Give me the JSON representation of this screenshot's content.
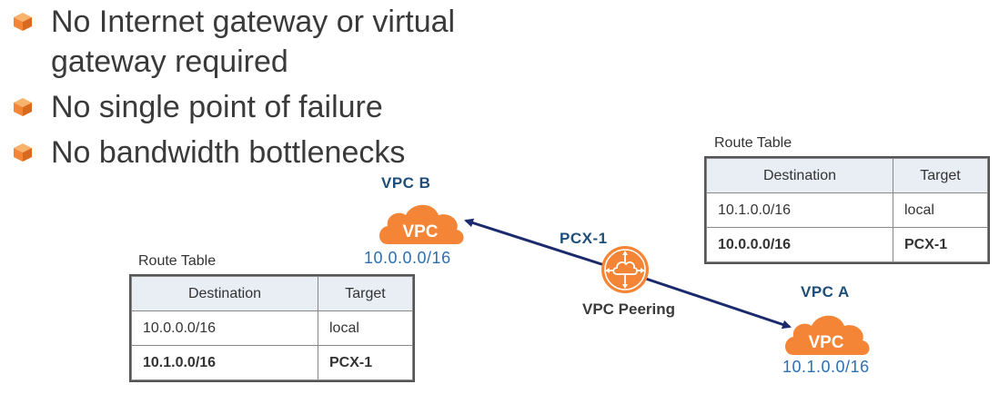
{
  "bullets": [
    {
      "line1": "No Internet gateway or virtual",
      "line2": "gateway required"
    },
    {
      "line1": "No single point of failure",
      "line2": ""
    },
    {
      "line1": "No bandwidth bottlenecks",
      "line2": ""
    }
  ],
  "vpc_b": {
    "title": "VPC B",
    "cloud_text": "VPC",
    "cidr": "10.0.0.0/16"
  },
  "vpc_a": {
    "title": "VPC A",
    "cloud_text": "VPC",
    "cidr": "10.1.0.0/16"
  },
  "peering": {
    "connection_name": "PCX-1",
    "label": "VPC Peering"
  },
  "route_table_b": {
    "label": "Route Table",
    "headers": [
      "Destination",
      "Target"
    ],
    "rows": [
      {
        "destination": "10.0.0.0/16",
        "target": "local"
      },
      {
        "destination": "10.1.0.0/16",
        "target": "PCX-1"
      }
    ]
  },
  "route_table_a": {
    "label": "Route Table",
    "headers": [
      "Destination",
      "Target"
    ],
    "rows": [
      {
        "destination": "10.1.0.0/16",
        "target": "local"
      },
      {
        "destination": "10.0.0.0/16",
        "target": "PCX-1"
      }
    ]
  },
  "colors": {
    "aws_orange": "#f58536",
    "arrow_navy": "#1a2a6c",
    "label_blue": "#1f4e79",
    "cidr_blue": "#2e6fb0"
  },
  "icons": [
    "aws-cube-icon",
    "vpc-cloud-icon",
    "vpc-peering-icon"
  ]
}
